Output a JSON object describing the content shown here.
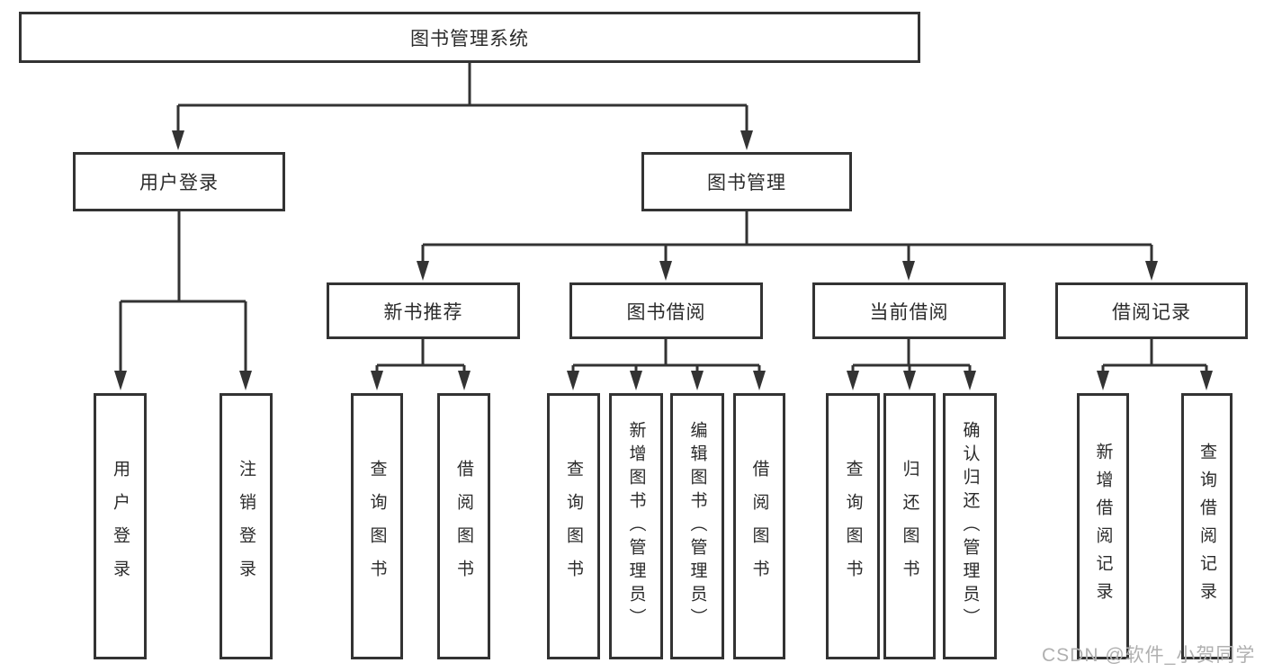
{
  "diagram_title": "图书管理系统",
  "colors": {
    "line": "#333333",
    "box_border": "#333333",
    "text": "#2b2b2b",
    "watermark": "#b0b0b0",
    "background": "#ffffff"
  },
  "tree": {
    "label": "图书管理系统",
    "children": [
      {
        "label": "用户登录",
        "children": [
          {
            "label": "用户登录"
          },
          {
            "label": "注销登录"
          }
        ]
      },
      {
        "label": "图书管理",
        "children": [
          {
            "label": "新书推荐",
            "children": [
              {
                "label": "查询图书"
              },
              {
                "label": "借阅图书"
              }
            ]
          },
          {
            "label": "图书借阅",
            "children": [
              {
                "label": "查询图书"
              },
              {
                "label": "新增图书（管理员）"
              },
              {
                "label": "编辑图书（管理员）"
              },
              {
                "label": "借阅图书"
              }
            ]
          },
          {
            "label": "当前借阅",
            "children": [
              {
                "label": "查询图书"
              },
              {
                "label": "归还图书"
              },
              {
                "label": "确认归还（管理员）"
              }
            ]
          },
          {
            "label": "借阅记录",
            "children": [
              {
                "label": "新增借阅记录"
              },
              {
                "label": "查询借阅记录"
              }
            ]
          }
        ]
      }
    ]
  },
  "watermark": {
    "text": "CSDN @软件_小贺同学"
  }
}
